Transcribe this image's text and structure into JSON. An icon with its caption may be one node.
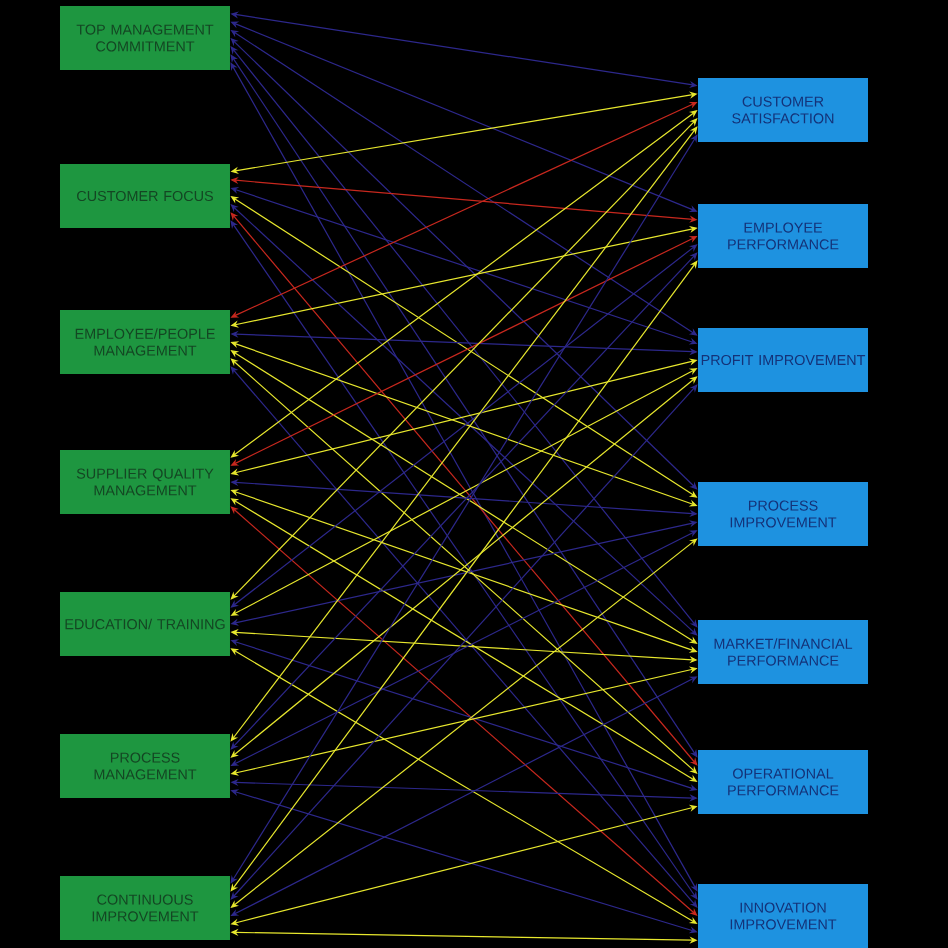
{
  "diagram": {
    "nodes": [
      {
        "text": [
          "TOP MANAGEMENT COMMITMENT"
        ]
      },
      {
        "text": [
          "CUSTOMER FOCUS"
        ]
      },
      {
        "text": [
          "EMPLOYEE/PEOPLE MANAGEMENT"
        ]
      },
      {
        "text": [
          "SUPPLIER QUALITY MANAGEMENT"
        ]
      },
      {
        "text": [
          "EDUCATION/ TRAINING"
        ]
      },
      {
        "text": [
          "PROCESS MANAGEMENT"
        ]
      },
      {
        "text": [
          "CONTINUOUS IMPROVEMENT"
        ]
      },
      {
        "text": [
          "CUSTOMER SATISFACTION"
        ]
      },
      {
        "text": [
          "EMPLOYEE PERFORMANCE"
        ]
      },
      {
        "text": [
          "PROFIT IMPROVEMENT"
        ]
      },
      {
        "text": [
          "PROCESS IMPROVEMENT"
        ]
      },
      {
        "text": [
          "MARKET/FINANCIAL PERFORMANCE"
        ]
      },
      {
        "text": [
          "OPERATIONAL PERFORMANCE"
        ]
      },
      {
        "text": [
          "INNOVATION IMPROVEMENT"
        ]
      }
    ],
    "edges": [
      {
        "from": 0,
        "to": 7,
        "arrow": "both"
      },
      {
        "from": 0,
        "to": 8,
        "arrow": "both"
      },
      {
        "from": 0,
        "to": 9,
        "arrow": "both"
      },
      {
        "from": 0,
        "to": 10,
        "arrow": "both"
      },
      {
        "from": 0,
        "to": 11,
        "arrow": "both"
      },
      {
        "from": 0,
        "to": 12,
        "arrow": "both"
      },
      {
        "from": 0,
        "to": 13,
        "arrow": "both"
      },
      {
        "from": 1,
        "to": 7,
        "arrow": "both",
        "color": "#e8e82e"
      },
      {
        "from": 1,
        "to": 8,
        "arrow": "both",
        "color": "#c8281e"
      },
      {
        "from": 1,
        "to": 9,
        "arrow": "both"
      },
      {
        "from": 1,
        "to": 10,
        "arrow": "both",
        "color": "#e8e82e"
      },
      {
        "from": 1,
        "to": 11,
        "arrow": "both"
      },
      {
        "from": 1,
        "to": 12,
        "arrow": "both",
        "color": "#c8281e"
      },
      {
        "from": 1,
        "to": 13,
        "arrow": "both"
      },
      {
        "from": 2,
        "to": 7,
        "arrow": "both",
        "color": "#c8281e"
      },
      {
        "from": 2,
        "to": 8,
        "arrow": "both",
        "color": "#e8e82e"
      },
      {
        "from": 2,
        "to": 9,
        "arrow": "both"
      },
      {
        "from": 2,
        "to": 10,
        "arrow": "both",
        "color": "#e8e82e"
      },
      {
        "from": 2,
        "to": 11,
        "arrow": "both",
        "color": "#e8e82e"
      },
      {
        "from": 2,
        "to": 12,
        "arrow": "both",
        "color": "#e8e82e"
      },
      {
        "from": 2,
        "to": 13,
        "arrow": "both"
      },
      {
        "from": 3,
        "to": 7,
        "arrow": "both",
        "color": "#e8e82e"
      },
      {
        "from": 3,
        "to": 8,
        "arrow": "both",
        "color": "#c8281e"
      },
      {
        "from": 3,
        "to": 9,
        "arrow": "both",
        "color": "#e8e82e"
      },
      {
        "from": 3,
        "to": 10,
        "arrow": "both"
      },
      {
        "from": 3,
        "to": 11,
        "arrow": "both",
        "color": "#e8e82e"
      },
      {
        "from": 3,
        "to": 12,
        "arrow": "both",
        "color": "#e8e82e"
      },
      {
        "from": 3,
        "to": 13,
        "arrow": "both",
        "color": "#c8281e"
      },
      {
        "from": 4,
        "to": 7,
        "arrow": "both",
        "color": "#e8e82e"
      },
      {
        "from": 4,
        "to": 8,
        "arrow": "both"
      },
      {
        "from": 4,
        "to": 9,
        "arrow": "both",
        "color": "#e8e82e"
      },
      {
        "from": 4,
        "to": 10,
        "arrow": "both"
      },
      {
        "from": 4,
        "to": 11,
        "arrow": "both",
        "color": "#e8e82e"
      },
      {
        "from": 4,
        "to": 12,
        "arrow": "both"
      },
      {
        "from": 4,
        "to": 13,
        "arrow": "both",
        "color": "#e8e82e"
      },
      {
        "from": 5,
        "to": 7,
        "arrow": "both",
        "color": "#e8e82e"
      },
      {
        "from": 5,
        "to": 8,
        "arrow": "both"
      },
      {
        "from": 5,
        "to": 9,
        "arrow": "both",
        "color": "#e8e82e"
      },
      {
        "from": 5,
        "to": 10,
        "arrow": "both"
      },
      {
        "from": 5,
        "to": 11,
        "arrow": "both",
        "color": "#e8e82e"
      },
      {
        "from": 5,
        "to": 12,
        "arrow": "both"
      },
      {
        "from": 5,
        "to": 13,
        "arrow": "both"
      },
      {
        "from": 6,
        "to": 7,
        "arrow": "both"
      },
      {
        "from": 6,
        "to": 8,
        "arrow": "both",
        "color": "#e8e82e"
      },
      {
        "from": 6,
        "to": 9,
        "arrow": "both"
      },
      {
        "from": 6,
        "to": 10,
        "arrow": "both",
        "color": "#e8e82e"
      },
      {
        "from": 6,
        "to": 11,
        "arrow": "both"
      },
      {
        "from": 6,
        "to": 12,
        "arrow": "both",
        "color": "#e8e82e"
      },
      {
        "from": 6,
        "to": 13,
        "arrow": "both",
        "color": "#e8e82e"
      }
    ]
  }
}
